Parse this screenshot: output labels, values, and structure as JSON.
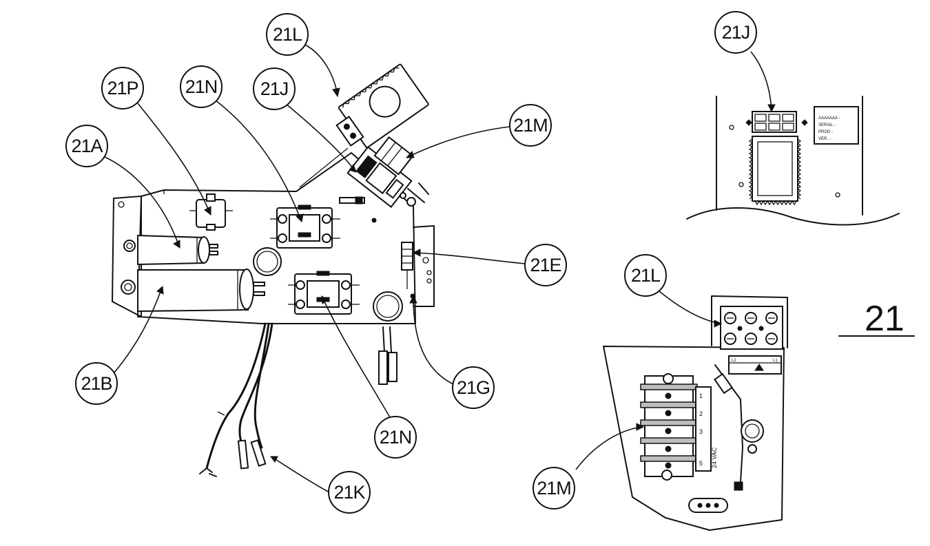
{
  "figure_number": "21",
  "callouts": {
    "c21L_top": "21L",
    "c21P": "21P",
    "c21N_top": "21N",
    "c21J_main": "21J",
    "c21M_top": "21M",
    "c21A": "21A",
    "c21E": "21E",
    "c21B": "21B",
    "c21G": "21G",
    "c21N_bottom": "21N",
    "c21K": "21K",
    "c21J_detail": "21J",
    "c21L_detail": "21L",
    "c21M_detail": "21M"
  },
  "board_label": {
    "line1": "AAAAAAA -",
    "line2": "SERIAL -",
    "line3": "PROD -",
    "line4": "VER. -"
  },
  "terminal_strip": {
    "term1": "1",
    "term2": "2",
    "term3": "3",
    "term5": "5",
    "voltage": "24 VAC",
    "l2": "L2",
    "l1": "L1"
  }
}
